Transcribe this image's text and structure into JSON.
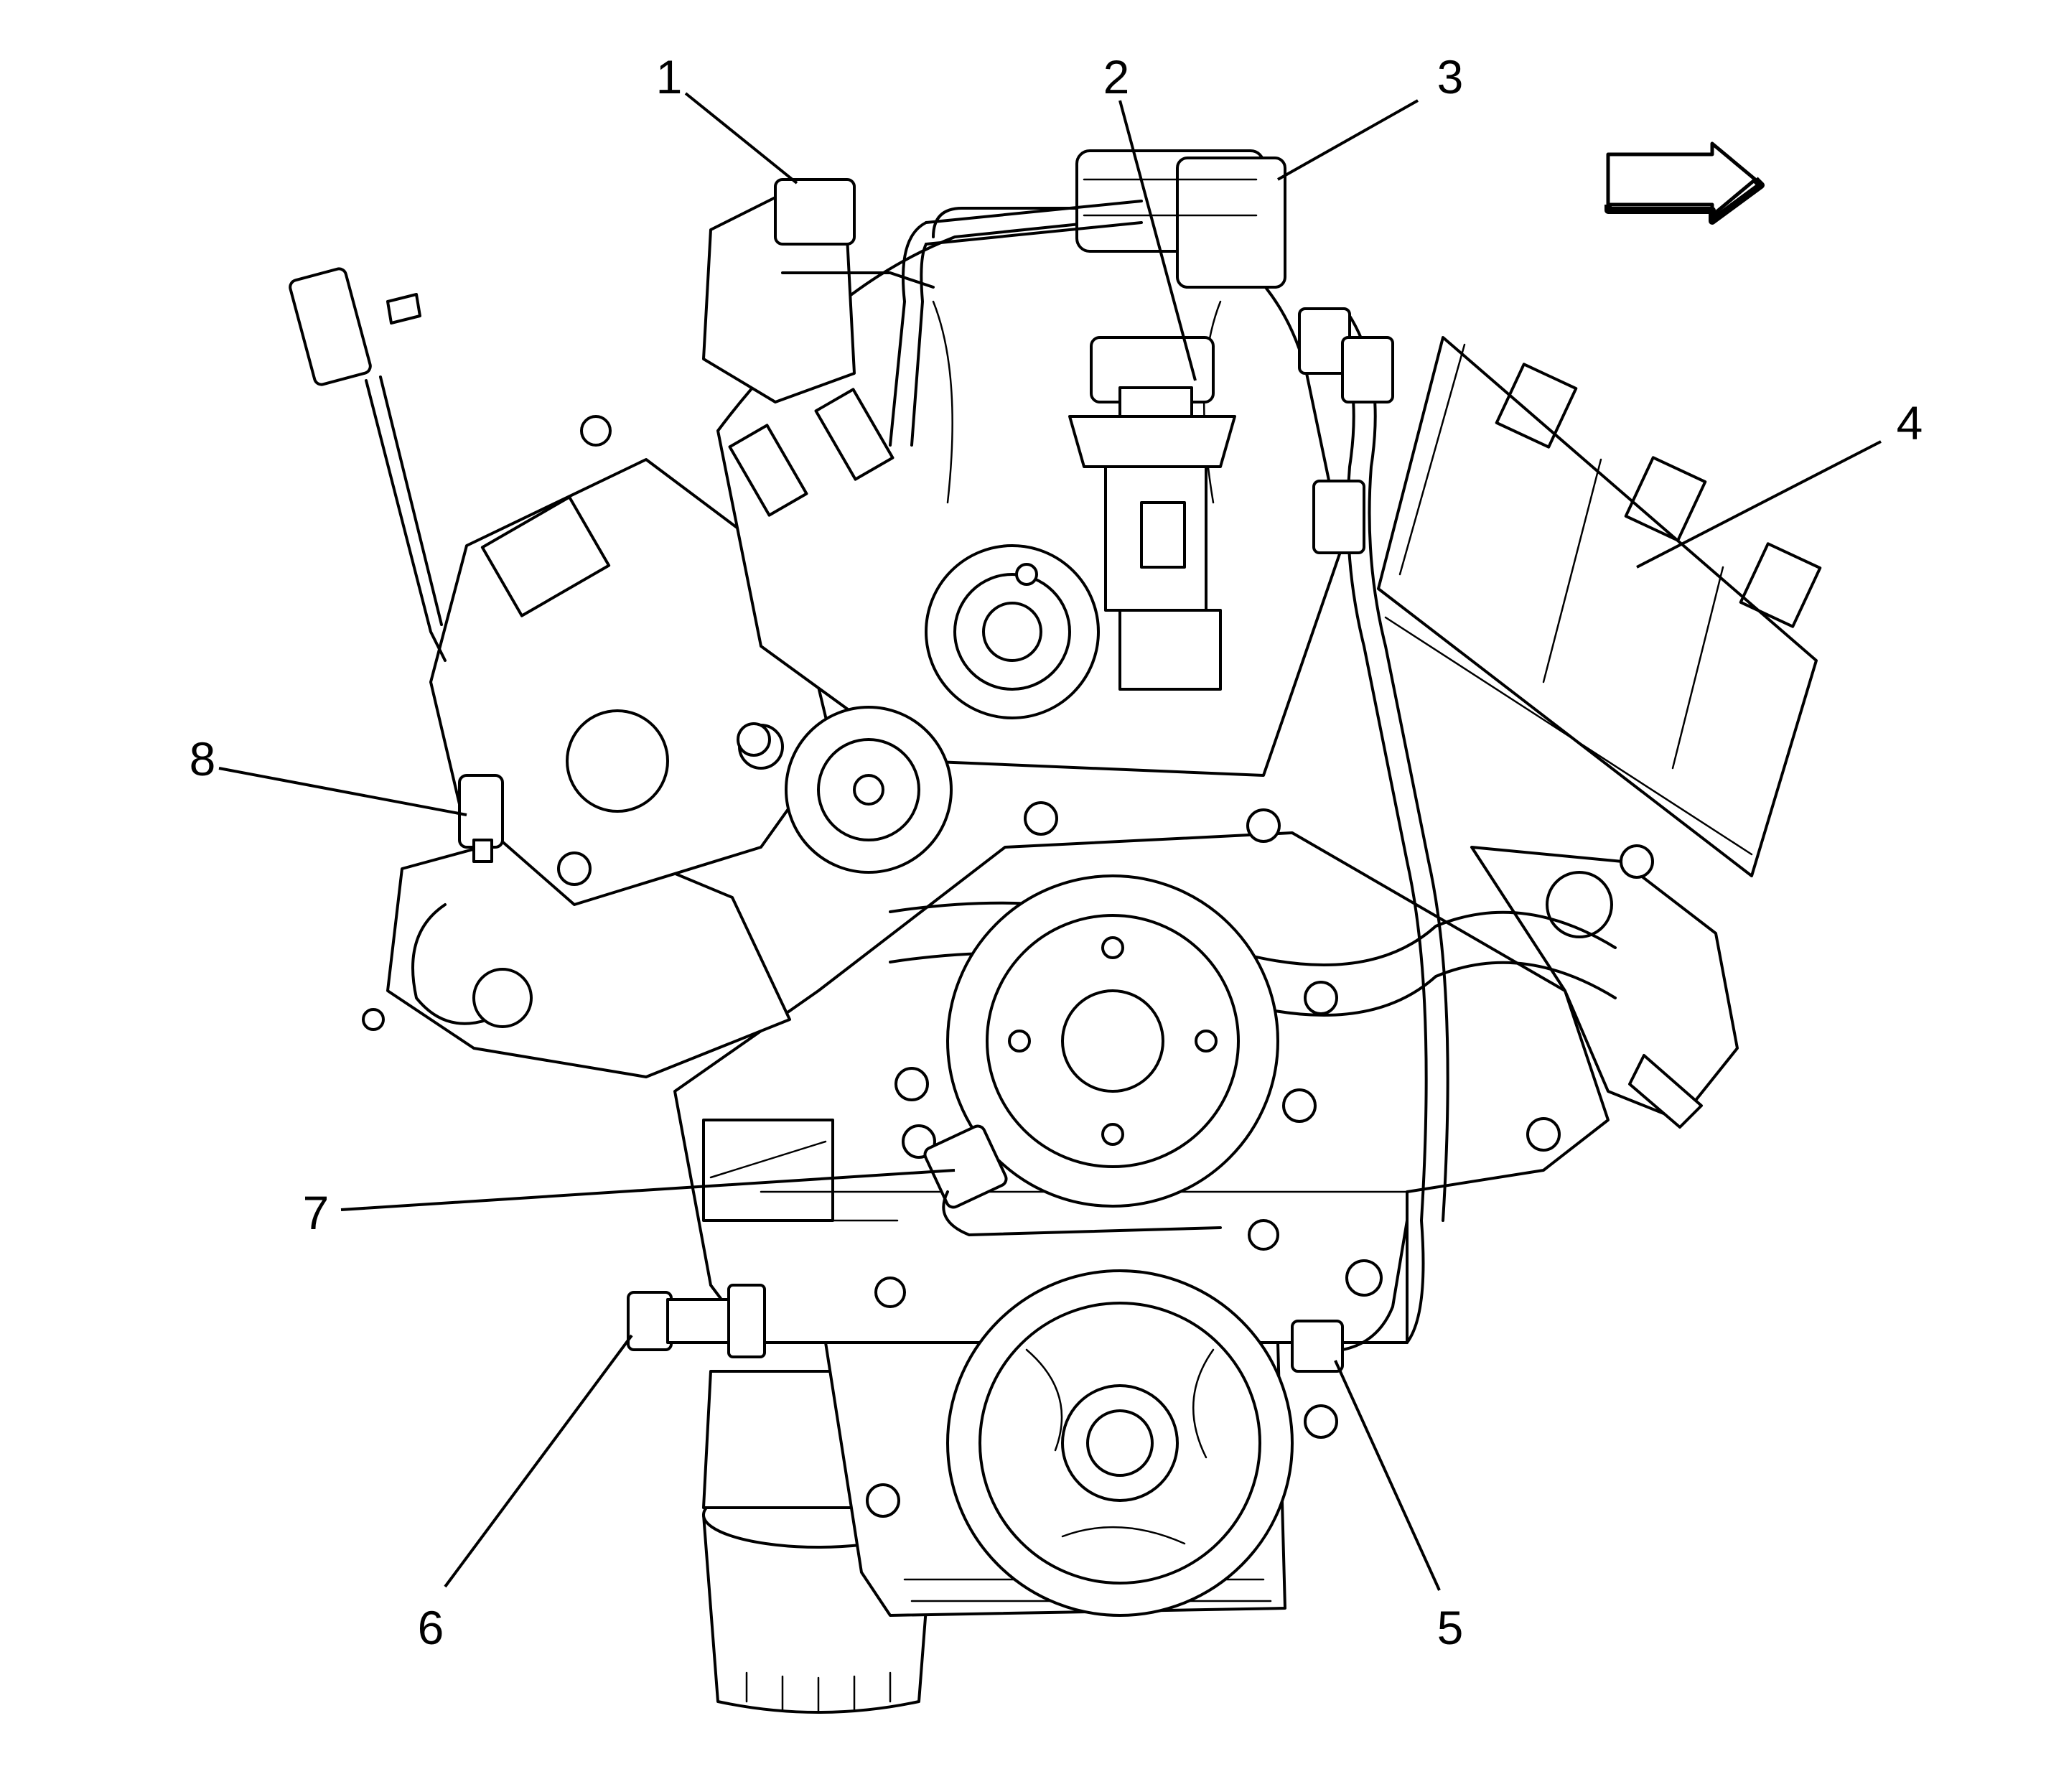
{
  "diagram": {
    "callouts": [
      {
        "id": 1,
        "label": "1"
      },
      {
        "id": 2,
        "label": "2"
      },
      {
        "id": 3,
        "label": "3"
      },
      {
        "id": 4,
        "label": "4"
      },
      {
        "id": 5,
        "label": "5"
      },
      {
        "id": 6,
        "label": "6"
      },
      {
        "id": 7,
        "label": "7"
      },
      {
        "id": 8,
        "label": "8"
      }
    ],
    "direction_arrow": {
      "icon": "right-arrow-icon"
    },
    "colors": {
      "ink": "#000000",
      "background": "#ffffff"
    }
  }
}
